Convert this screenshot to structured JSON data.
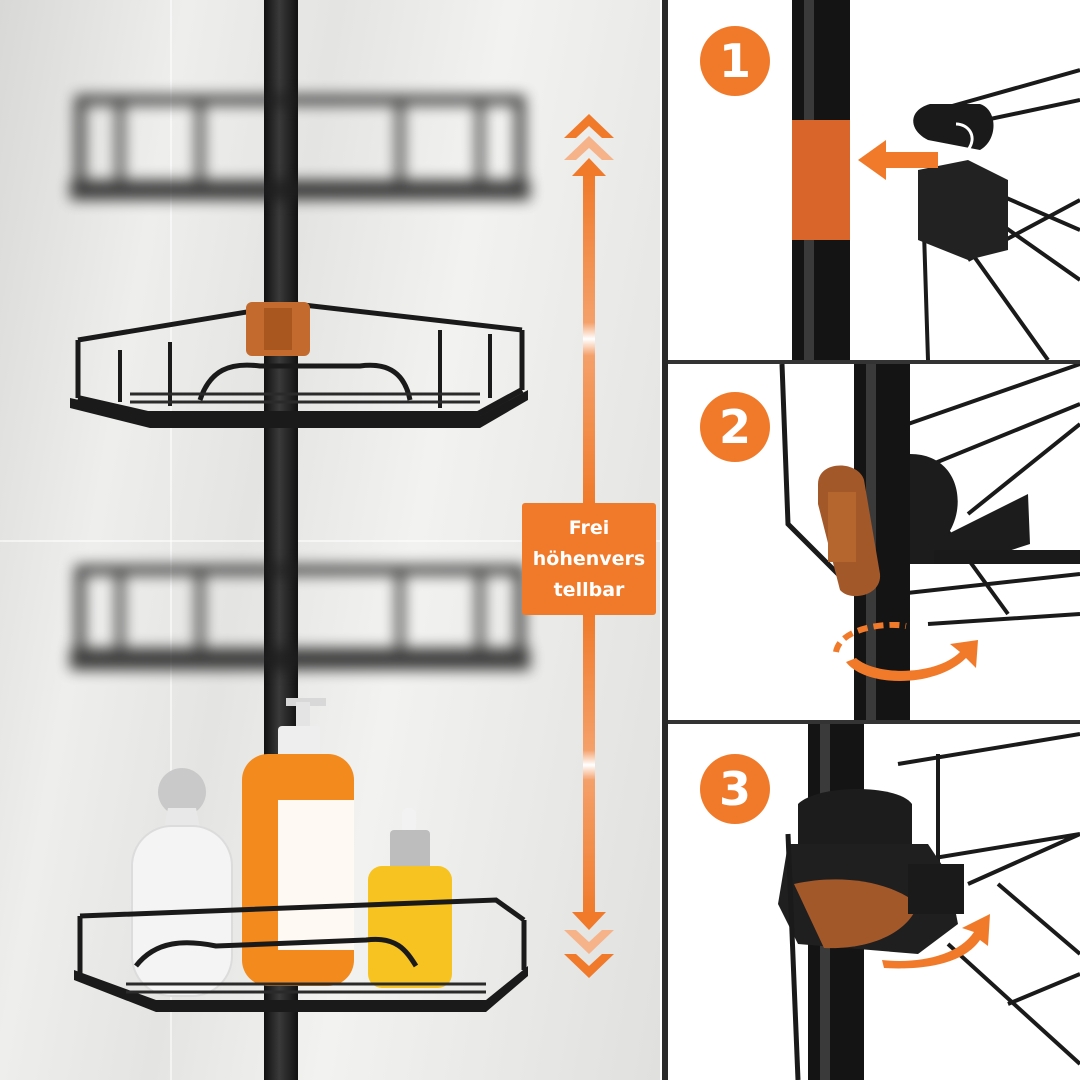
{
  "badge": {
    "lines": [
      "Frei",
      "höhenvers",
      "tellbar"
    ]
  },
  "steps": [
    {
      "number": "1"
    },
    {
      "number": "2"
    },
    {
      "number": "3"
    }
  ],
  "colors": {
    "accent": "#f07a2a",
    "metal": "#1a1a1a",
    "clip": "#b5652e"
  },
  "icons": {
    "height_arrow": "double-headed-vertical-arrow-icon",
    "insert_arrow": "left-arrow-icon",
    "rotate_arrow": "rotate-arrow-icon",
    "lift_arrow": "curved-up-arrow-icon"
  }
}
